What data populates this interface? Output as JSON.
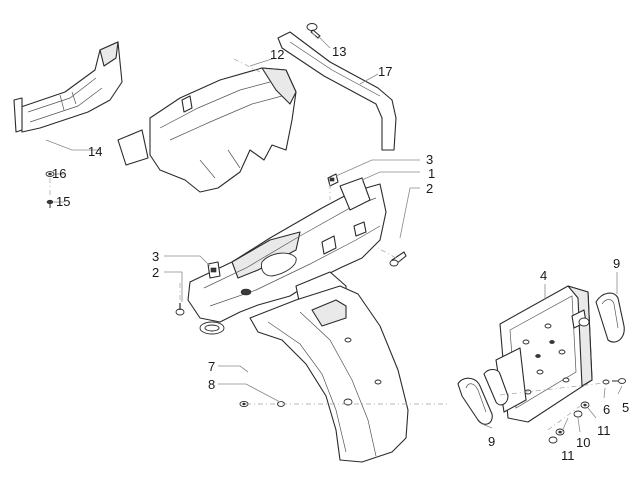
{
  "callouts": {
    "c1": "1",
    "c2a": "2",
    "c2b": "2",
    "c3a": "3",
    "c3b": "3",
    "c4": "4",
    "c5": "5",
    "c6": "6",
    "c7": "7",
    "c8": "8",
    "c9a": "9",
    "c9b": "9",
    "c10": "10",
    "c11a": "11",
    "c11b": "11",
    "c12": "12",
    "c13": "13",
    "c14": "14",
    "c15": "15",
    "c16": "16",
    "c17": "17"
  },
  "colors": {
    "line": "#2b2b2b",
    "leader": "#8a8a8a",
    "background": "#ffffff"
  }
}
